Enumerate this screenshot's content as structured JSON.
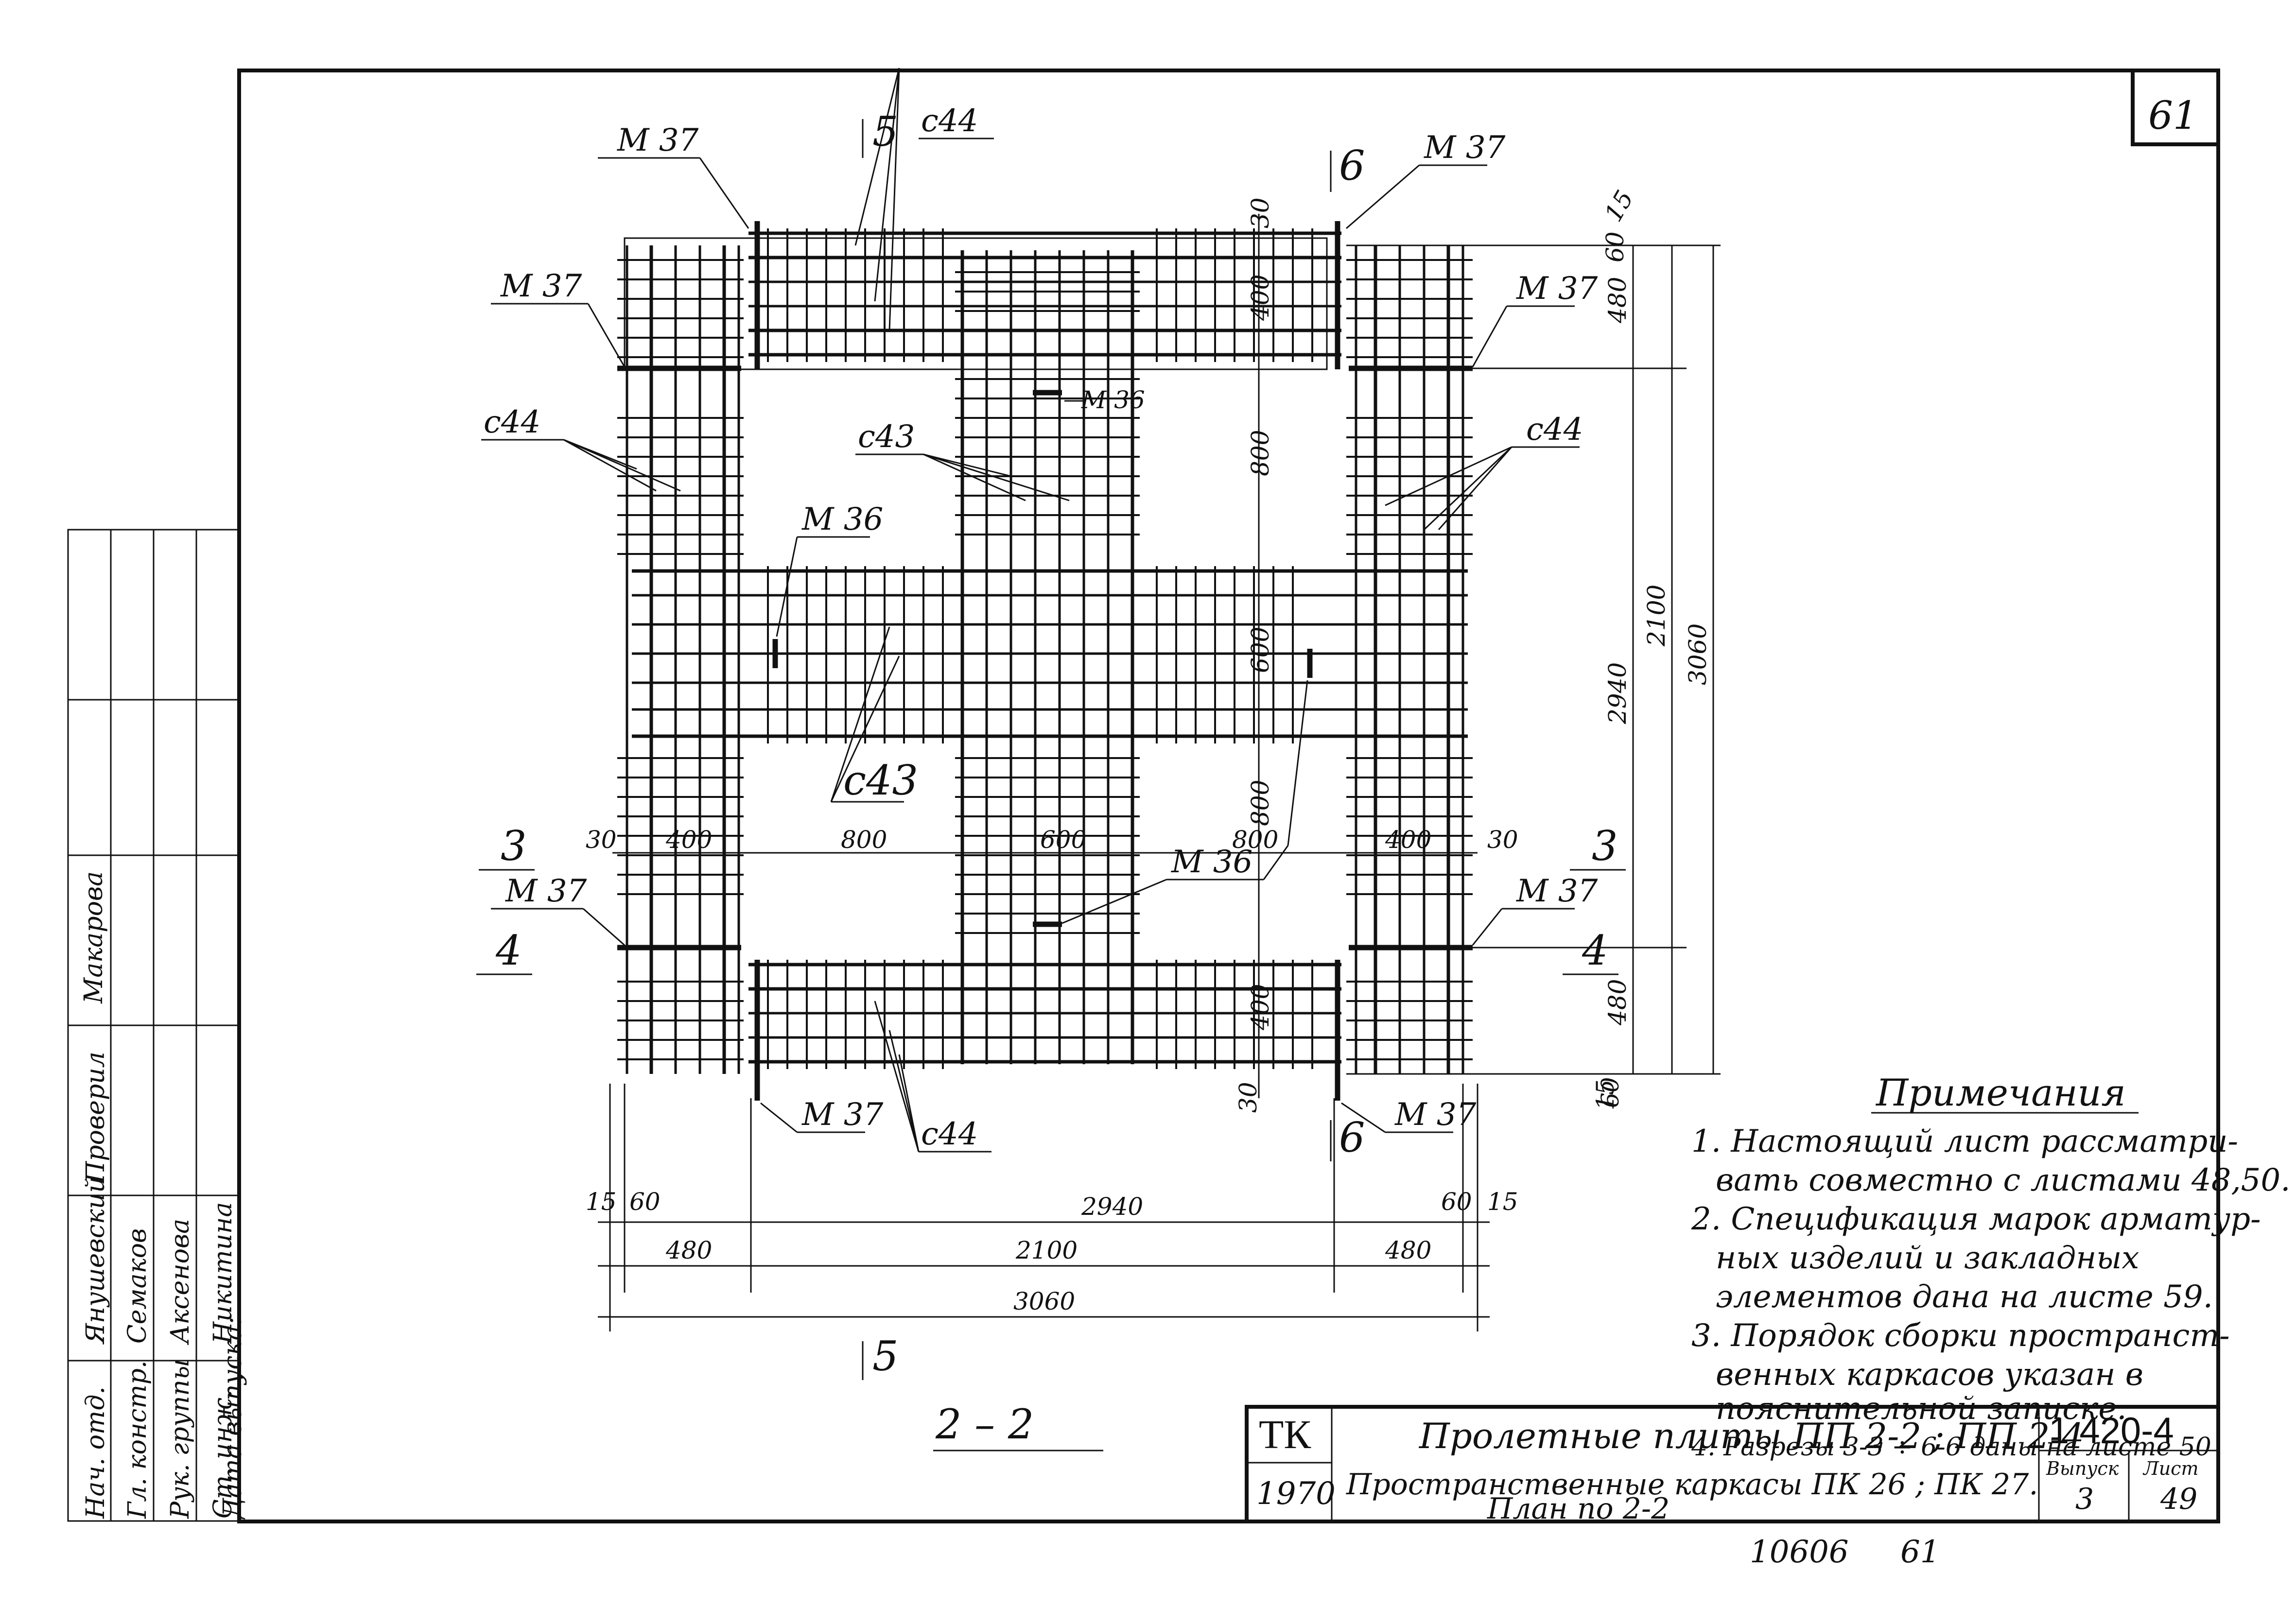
{
  "sheet_number": "61",
  "marks": {
    "m37": "М 37",
    "m36": "М 36",
    "c44": "с44",
    "c43": "с43"
  },
  "sections": {
    "s3": "3",
    "s4": "4",
    "s5": "5",
    "s6": "6",
    "view_title": "2 – 2"
  },
  "dimensions": {
    "d15": "15",
    "d30": "30",
    "d60": "60",
    "d400": "400",
    "d480": "480",
    "d600": "600",
    "d800": "800",
    "d2100": "2100",
    "d2940": "2940",
    "d3060": "3060"
  },
  "notes": {
    "heading": "Примечания",
    "lines": [
      "1. Настоящий лист рассматри-",
      "вать совместно с листами 48,50.",
      "2. Спецификация марок арматур-",
      "ных изделий и закладных",
      "элементов дана на листе 59.",
      "3. Порядок сборки пространст-",
      "венных каркасов указан в",
      "пояснительной записке.",
      "4. Разрезы 3-3 ÷ 6-6 даны на листе 50"
    ]
  },
  "title_block": {
    "org": "ТК",
    "year": "1970",
    "title_line1": "Пролетные плиты ПП 2-2 ; ПП 2-4",
    "title_line2": "Пространственные каркасы ПК 26 ; ПК 27.",
    "title_line3": "План по 2-2",
    "code": "1.420-4",
    "issue_label": "Выпуск",
    "issue_value": "3",
    "sheet_label": "Лист",
    "sheet_value": "49",
    "inventory": "10606",
    "inventory_page": "61"
  },
  "side_stamp": {
    "roles": [
      "Нач. отд.",
      "Гл. констр.",
      "Рук. группы",
      "Ст. инж."
    ],
    "names": [
      "Янушевский",
      "Семаков",
      "Аксенова",
      "Никитина"
    ],
    "checked_label": "Проверил",
    "checked_name": "Макарова",
    "release_date_label": "Дата выпуска:"
  }
}
